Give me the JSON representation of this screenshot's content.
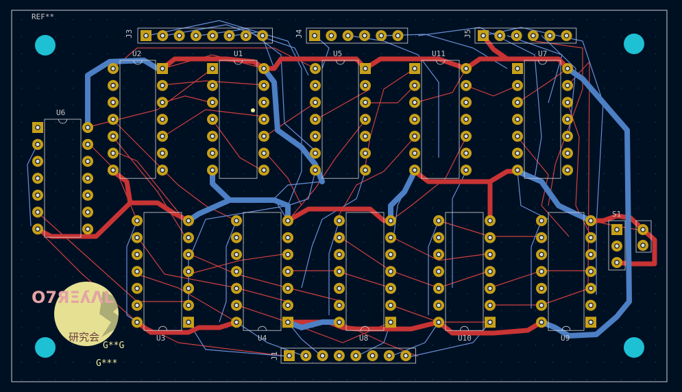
{
  "board": {
    "ref_label": "REF**",
    "colors": {
      "background": "#001023",
      "outline": "#d0d0d0",
      "front_copper": "#c83434",
      "back_copper": "#4d7fc4",
      "thin_trace": "#d04040",
      "thin_back": "#6b8fd6",
      "pad": "#c8a018",
      "pad_hole": "#ffffff",
      "silkscreen": "#f2ec9a",
      "mounting_hole": "#1ec0d4"
    },
    "headers": [
      {
        "ref": "J3",
        "pins": 8
      },
      {
        "ref": "J4",
        "pins": 6
      },
      {
        "ref": "J5",
        "pins": 6
      },
      {
        "ref": "J1",
        "pins": 8
      }
    ],
    "ics": [
      {
        "ref": "U2"
      },
      {
        "ref": "U1"
      },
      {
        "ref": "U5"
      },
      {
        "ref": "U11"
      },
      {
        "ref": "U7"
      },
      {
        "ref": "U6"
      },
      {
        "ref": "U3"
      },
      {
        "ref": "U4"
      },
      {
        "ref": "U8"
      },
      {
        "ref": "U10"
      },
      {
        "ref": "U9"
      }
    ],
    "switch": {
      "ref": "S1"
    },
    "logo": {
      "text": "O7ЯΞʎɅL",
      "sub": "研究会",
      "tag": "G***",
      "tag2": "G**G"
    }
  }
}
